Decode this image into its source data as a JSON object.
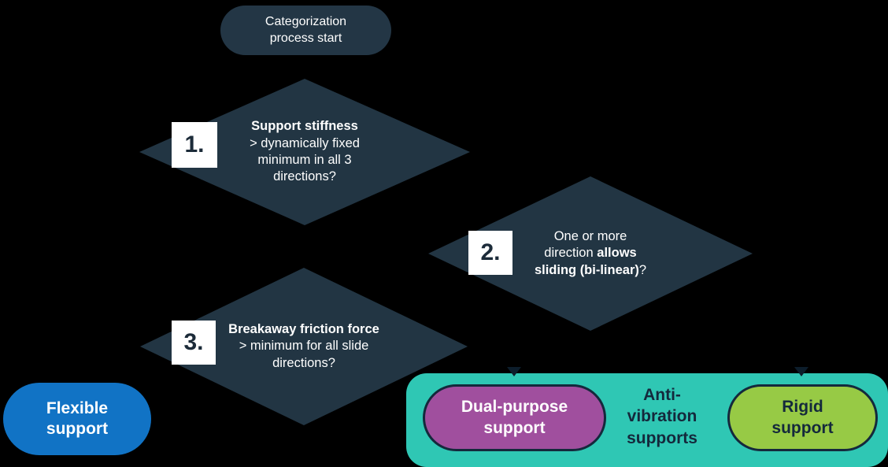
{
  "colors": {
    "background": "#000000",
    "node_dark": "#223543",
    "number_box_bg": "#ffffff",
    "number_text": "#1c2b39",
    "flexible_blue": "#1173c5",
    "anti_vibration_teal": "#2fc7b4",
    "dual_purpose_purple": "#a04f9e",
    "rigid_green": "#97ca45",
    "dark_navy_text": "#14293c",
    "arrowhead": "#0c1d2b",
    "white_text": "#ffffff"
  },
  "start": {
    "label": "Categorization process start"
  },
  "decisions": [
    {
      "number": "1.",
      "bold": "Support stiffness",
      "rest": "> dynamically fixed minimum in all 3 directions?"
    },
    {
      "number": "2.",
      "pre": "One or more direction",
      "bold": "allows sliding (bi-linear)",
      "post": "?"
    },
    {
      "number": "3.",
      "bold": "Breakaway friction force",
      "rest": "> minimum for all slide directions?"
    }
  ],
  "outcomes": {
    "flexible": {
      "label": "Flexible support"
    },
    "anti_vibration": {
      "label_lines": [
        "Anti-",
        "vibration",
        "supports"
      ]
    },
    "dual_purpose": {
      "label": "Dual-purpose support"
    },
    "rigid": {
      "label": "Rigid support"
    }
  },
  "icons": {
    "arrowhead_dual_purpose": "arrow-down-icon",
    "arrowhead_rigid": "arrow-down-icon"
  }
}
